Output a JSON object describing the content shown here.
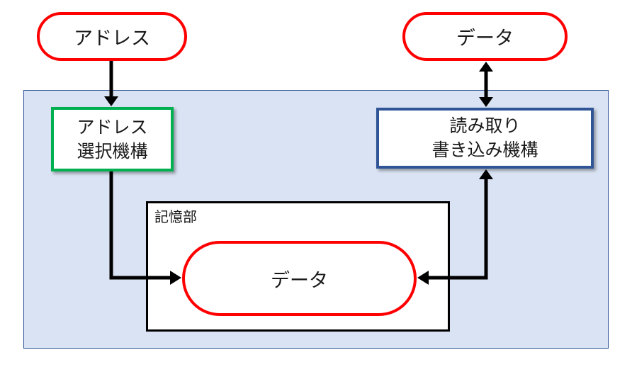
{
  "diagram": {
    "address_input": {
      "label": "アドレス"
    },
    "data_io": {
      "label": "データ"
    },
    "address_selector": {
      "line1": "アドレス",
      "line2": "選択機構"
    },
    "rw_mechanism": {
      "line1": "読み取り",
      "line2": "書き込み機構"
    },
    "storage": {
      "label": "記憶部",
      "cell": {
        "label": "データ"
      }
    }
  },
  "colors": {
    "panel_bg": "#dae3f3",
    "panel_border": "#2f5597",
    "pill_border": "#ff0000",
    "selector_border": "#00b050",
    "rw_border": "#2f5597",
    "arrow": "#000000"
  },
  "connections": [
    {
      "from": "address_input",
      "to": "address_selector",
      "direction": "one-way"
    },
    {
      "from": "address_selector",
      "to": "storage.cell",
      "direction": "one-way"
    },
    {
      "from": "data_io",
      "to": "rw_mechanism",
      "direction": "two-way"
    },
    {
      "from": "rw_mechanism",
      "to": "storage.cell",
      "direction": "two-way"
    }
  ]
}
